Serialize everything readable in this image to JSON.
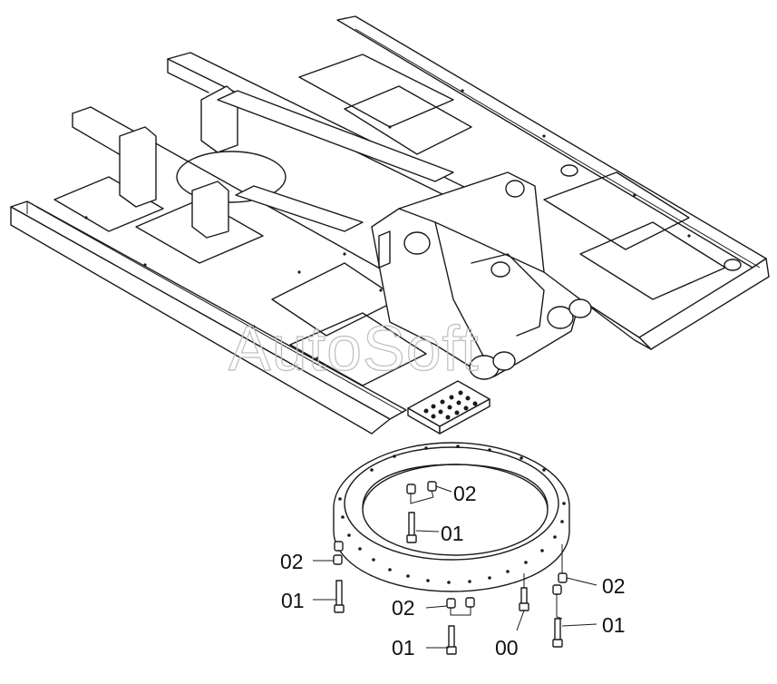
{
  "watermark": "AutoSoft",
  "callouts": {
    "c1": "02",
    "c2": "01",
    "c3": "02",
    "c4": "01",
    "c5": "02",
    "c6": "01",
    "c7": "00",
    "c8": "02",
    "c9": "01"
  }
}
